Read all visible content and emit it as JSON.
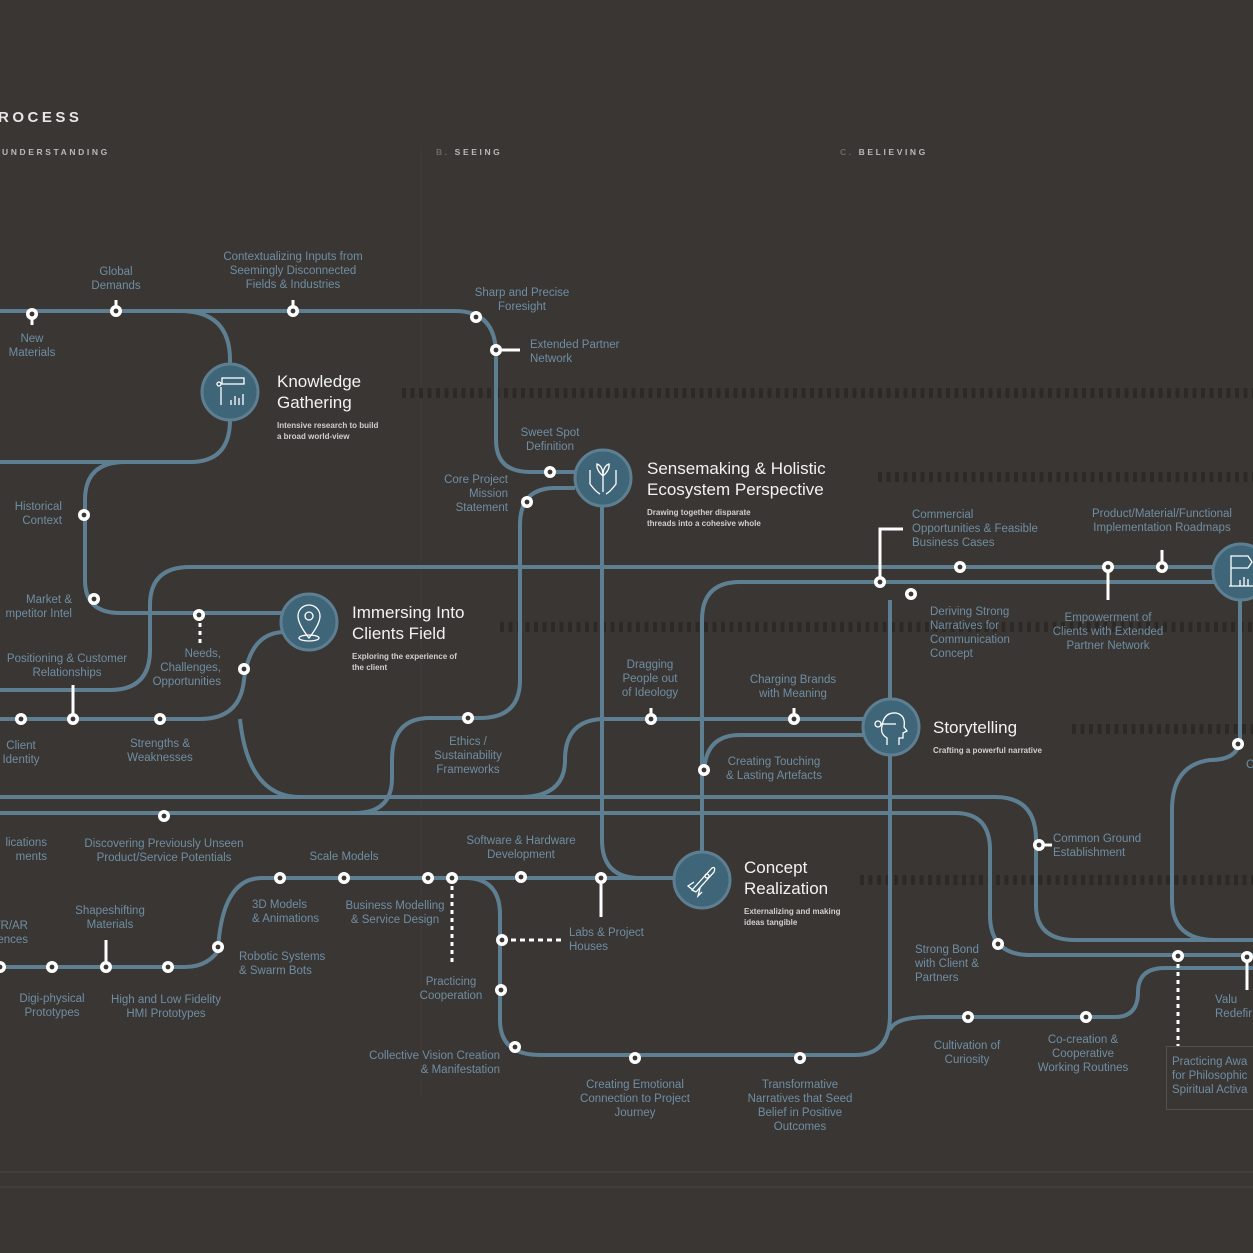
{
  "header": {
    "title": "ROCESS",
    "sections": [
      {
        "prefix": "",
        "name": "UNDERSTANDING"
      },
      {
        "prefix": "B.",
        "name": "SEEING"
      },
      {
        "prefix": "C.",
        "name": "BELIEVING"
      }
    ]
  },
  "colors": {
    "background": "#3a3633",
    "line": "#5e7f92",
    "hub": "#3f6579",
    "label": "#6f8ea3",
    "station": "#ffffff"
  },
  "hubs": {
    "knowledge": {
      "title": "Knowledge\nGathering",
      "subtitle": "Intensive research to build\na broad world-view",
      "icon": "telescope-icon"
    },
    "sensemaking": {
      "title": "Sensemaking & Holistic\nEcosystem Perspective",
      "subtitle": "Drawing together disparate\nthreads into a cohesive whole",
      "icon": "hands-plant-icon"
    },
    "immersing": {
      "title": "Immersing Into\nClients Field",
      "subtitle": "Exploring the experience of\nthe client",
      "icon": "location-pin-icon"
    },
    "storytelling": {
      "title": "Storytelling",
      "subtitle": "Crafting a powerful narrative",
      "icon": "head-key-icon"
    },
    "concept": {
      "title": "Concept\nRealization",
      "subtitle": "Externalizing and making\nideas tangible",
      "icon": "rocket-icon"
    },
    "roadmap": {
      "icon": "flag-chart-icon"
    }
  },
  "stations": {
    "global_demands": "Global\nDemands",
    "contextualizing": "Contextualizing Inputs from\nSeemingly Disconnected\nFields & Industries",
    "new_materials": "New\nMaterials",
    "sharp_foresight": "Sharp and Precise\nForesight",
    "extended_partner": "Extended Partner\nNetwork",
    "sweet_spot": "Sweet Spot\nDefinition",
    "core_mission": "Core Project\nMission\nStatement",
    "historical": "Historical\nContext",
    "market": "Market &\nmpetitor Intel",
    "needs": "Needs,\nChallenges,\nOpportunities",
    "positioning": "Positioning & Customer\nRelationships",
    "client_identity": "Client\nIdentity",
    "strengths": "Strengths &\nWeaknesses",
    "ethics": "Ethics /\nSustainability\nFrameworks",
    "dragging": "Dragging\nPeople out\nof Ideology",
    "charging": "Charging Brands\nwith Meaning",
    "touching": "Creating Touching\n& Lasting Artefacts",
    "commercial": "Commercial\nOpportunities & Feasible\nBusiness Cases",
    "roadmaps": "Product/Material/Functional\nImplementation Roadmaps",
    "deriving": "Deriving Strong\nNarratives for\nCommunication\nConcept",
    "empowerment": "Empowerment of\nClients with Extended\nPartner Network",
    "common_ground": "Common Ground\nEstablishment",
    "applications": "lications\nments",
    "discovering": "Discovering Previously Unseen\nProduct/Service Potentials",
    "scale_models": "Scale Models",
    "software": "Software & Hardware\nDevelopment",
    "models_3d": "3D Models\n& Animations",
    "business_modelling": "Business Modelling\n& Service Design",
    "vr_ar": "e VR/AR\nences",
    "shapeshifting": "Shapeshifting\nMaterials",
    "robotic": "Robotic Systems\n& Swarm Bots",
    "labs": "Labs & Project\nHouses",
    "practicing_coop": "Practicing\nCooperation",
    "digi_physical": "Digi-physical\nPrototypes",
    "fidelity": "High and Low Fidelity\nHMI Prototypes",
    "collective": "Collective Vision Creation\n& Manifestation",
    "emotional": "Creating Emotional\nConnection to Project\nJourney",
    "transformative": "Transformative\nNarratives that Seed\nBelief in Positive\nOutcomes",
    "strong_bond": "Strong Bond\nwith Client &\nPartners",
    "curiosity": "Cultivation of\nCuriosity",
    "cocreation": "Co-creation &\nCooperative\nWorking Routines",
    "value": "Valu\nRedefir",
    "right_c": "C",
    "awareness": "Practicing Awa\nfor Philosophic\nSpiritual Activa"
  }
}
